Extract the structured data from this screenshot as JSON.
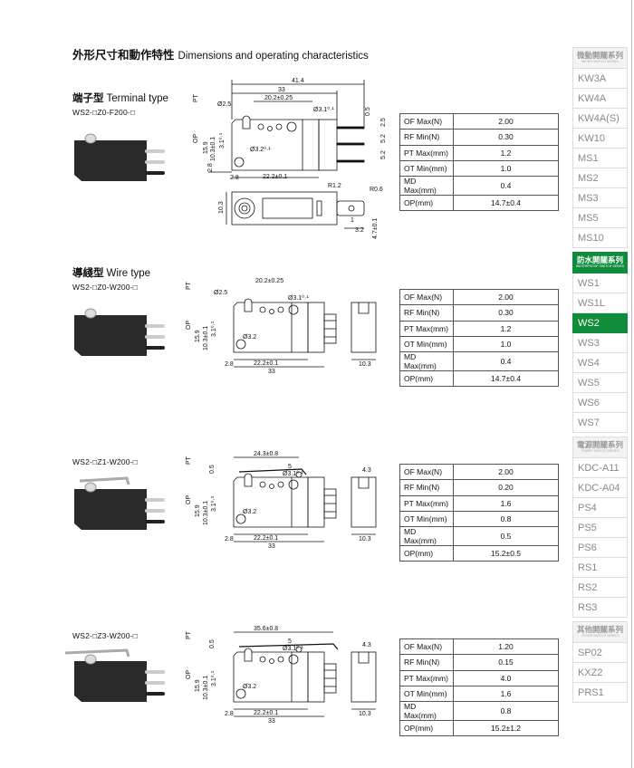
{
  "page": {
    "title_cn": "外形尺寸和動作特性",
    "title_en": "Dimensions and operating characteristics"
  },
  "sections": [
    {
      "title_cn": "端子型",
      "title_en": "Terminal type",
      "model": "WS2-□Z0-F200-□",
      "dims": {
        "d1": "41.4",
        "d2": "33",
        "d3": "20.2±0.25",
        "d4": "Ø2.5",
        "d5": "Ø3.1⁰·¹",
        "d6": "0.5",
        "d7": "2.5",
        "d8": "5.2",
        "d9": "5.2",
        "d10": "Ø3.2⁰·¹",
        "d11": "2.8",
        "d12": "22.2±0.1",
        "d13": "2.8",
        "d14": "PT",
        "d15": "OP",
        "d16": "15.9",
        "d17": "10.3±0.1",
        "d18": "3.1⁰·¹",
        "d19": "10.3",
        "d20": "R1.2",
        "d21": "R0.6",
        "d22": "1",
        "d23": "3.2",
        "d24": "4.7±0.1"
      },
      "specs": [
        [
          "OF Max(N)",
          "2.00"
        ],
        [
          "RF Min(N)",
          "0.30"
        ],
        [
          "PT Max(mm)",
          "1.2"
        ],
        [
          "OT Min(mm)",
          "1.0"
        ],
        [
          "MD Max(mm)",
          "0.4"
        ],
        [
          "OP(mm)",
          "14.7±0.4"
        ]
      ]
    },
    {
      "title_cn": "導綫型",
      "title_en": "Wire type",
      "model": "WS2-□Z0-W200-□",
      "dims": {
        "top": "20.2±0.25",
        "d4": "Ø2.5",
        "d5": "Ø3.1⁰·¹",
        "pt": "PT",
        "op": "OP",
        "h1": "15.9",
        "h2": "10.3±0.1",
        "h3": "3.1⁰·¹",
        "hole": "Ø3.2",
        "a": "2.8",
        "b": "22.2±0.1",
        "c": "33",
        "end": "10.3"
      },
      "specs": [
        [
          "OF Max(N)",
          "2.00"
        ],
        [
          "RF Min(N)",
          "0.30"
        ],
        [
          "PT Max(mm)",
          "1.2"
        ],
        [
          "OT Min(mm)",
          "1.0"
        ],
        [
          "MD Max(mm)",
          "0.4"
        ],
        [
          "OP(mm)",
          "14.7±0.4"
        ]
      ]
    },
    {
      "model": "WS2-□Z1-W200-□",
      "dims": {
        "top": "24.3±0.8",
        "five": "5",
        "half": "0.5",
        "d5": "Ø3.1⁰·¹",
        "pt": "PT",
        "op": "OP",
        "h1": "15.9",
        "h2": "10.3±0.1",
        "h3": "3.1⁰·¹",
        "hole": "Ø3.2",
        "a": "2.8",
        "b": "22.2±0.1",
        "c": "33",
        "end": "10.3",
        "endtop": "4.3"
      },
      "specs": [
        [
          "OF Max(N)",
          "2.00"
        ],
        [
          "RF Min(N)",
          "0.20"
        ],
        [
          "PT Max(mm)",
          "1.6"
        ],
        [
          "OT Min(mm)",
          "0.8"
        ],
        [
          "MD Max(mm)",
          "0.5"
        ],
        [
          "OP(mm)",
          "15.2±0.5"
        ]
      ]
    },
    {
      "model": "WS2-□Z3-W200-□",
      "dims": {
        "top": "35.6±0.8",
        "five": "5",
        "half": "0.5",
        "d5": "Ø3.1⁰·¹",
        "pt": "PT",
        "op": "OP",
        "h1": "15.9",
        "h2": "10.3±0.1",
        "h3": "3.1⁰·¹",
        "hole": "Ø3.2",
        "a": "2.8",
        "b": "22.2±0.1",
        "c": "33",
        "end": "10.3",
        "endtop": "4.3"
      },
      "specs": [
        [
          "OF Max(N)",
          "1.20"
        ],
        [
          "RF Min(N)",
          "0.15"
        ],
        [
          "PT Max(mm)",
          "4.0"
        ],
        [
          "OT Min(mm)",
          "1.6"
        ],
        [
          "MD Max(mm)",
          "0.8"
        ],
        [
          "OP(mm)",
          "15.2±1.2"
        ]
      ]
    }
  ],
  "sidebar": {
    "groups": [
      {
        "cn": "微動開關系列",
        "en": "MICRO SWITCH SERIES",
        "items": [
          "KW3A",
          "KW4A",
          "KW4A(S)",
          "KW10",
          "MS1",
          "MS2",
          "MS3",
          "MS5",
          "MS10"
        ]
      },
      {
        "cn": "防水開關系列",
        "en": "WATERPROOF SWITCH SERIES",
        "items": [
          "WS1",
          "WS1L",
          "WS2",
          "WS3",
          "WS4",
          "WS5",
          "WS6",
          "WS7"
        ]
      },
      {
        "cn": "電源開關系列",
        "en": "POWER SWITCH SERIES",
        "items": [
          "KDC-A11",
          "KDC-A04",
          "PS4",
          "PS5",
          "PS6",
          "RS1",
          "RS2",
          "RS3"
        ]
      },
      {
        "cn": "其他開關系列",
        "en": "OTHER SWITCH SERIES",
        "items": [
          "SP02",
          "KXZ2",
          "PRS1"
        ]
      }
    ],
    "active": "WS2",
    "active_group": 1
  },
  "colors": {
    "accent": "#0f8c3b"
  }
}
